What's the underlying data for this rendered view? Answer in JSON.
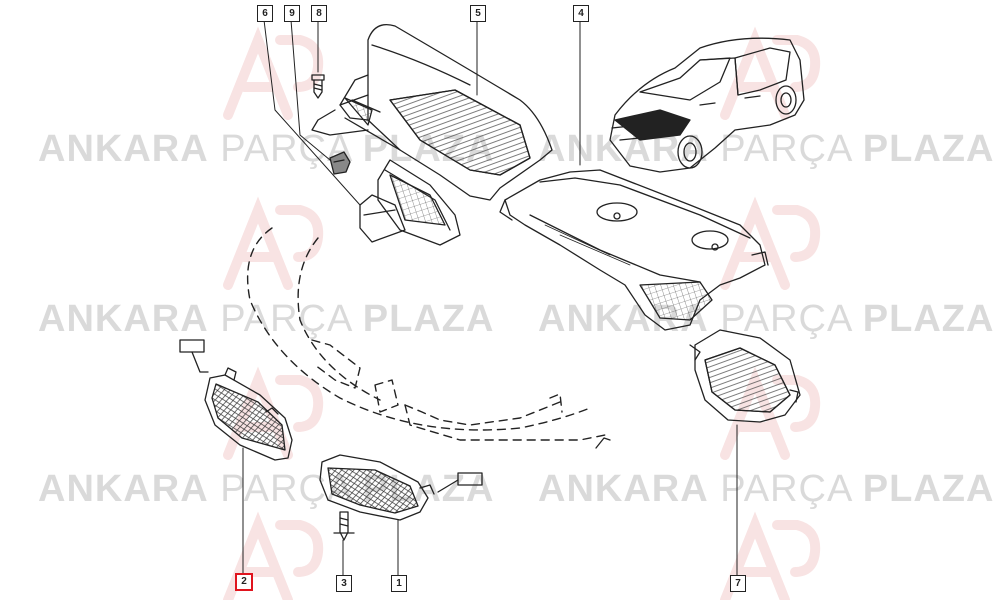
{
  "watermark": {
    "word1": "ANKARA",
    "word2": "PARÇA",
    "word3": "PLAZA",
    "logo": "AP",
    "text_color": "#b4b4b4",
    "logo_color": "#f2c8c8"
  },
  "callouts": [
    {
      "id": "6",
      "label": "6"
    },
    {
      "id": "9",
      "label": "9"
    },
    {
      "id": "8",
      "label": "8"
    },
    {
      "id": "5",
      "label": "5"
    },
    {
      "id": "4",
      "label": "4"
    },
    {
      "id": "2",
      "label": "2",
      "highlight": true
    },
    {
      "id": "3",
      "label": "3"
    },
    {
      "id": "1",
      "label": "1"
    },
    {
      "id": "7",
      "label": "7"
    }
  ],
  "colors": {
    "line": "#222222",
    "highlight": "#e0141e",
    "background": "#ffffff"
  }
}
